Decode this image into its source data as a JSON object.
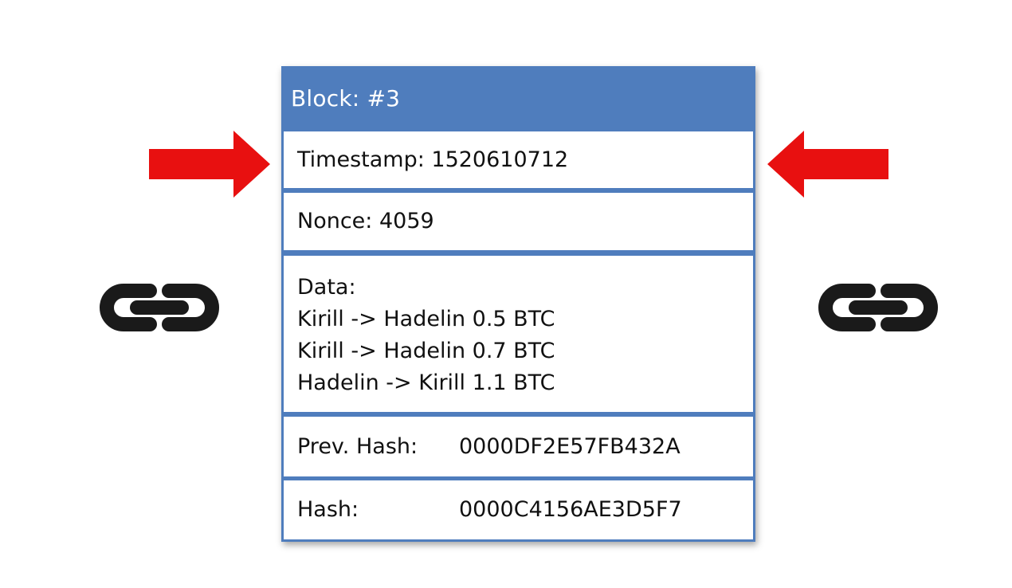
{
  "block": {
    "title": "Block: #3",
    "timestamp": "Timestamp: 1520610712",
    "nonce": "Nonce: 4059",
    "data_label": "Data:",
    "data_lines": [
      "Kirill -> Hadelin 0.5 BTC",
      "Kirill -> Hadelin 0.7 BTC",
      "Hadelin -> Kirill 1.1 BTC"
    ],
    "prev_hash_label": "Prev. Hash:",
    "prev_hash_value": "0000DF2E57FB432A",
    "hash_label": "Hash:",
    "hash_value": "0000C4156AE3D5F7"
  },
  "colors": {
    "block_blue": "#4f7dbd",
    "arrow_red": "#e81010",
    "link_black": "#1a1a1a"
  },
  "icons": {
    "left_arrow": "arrow-right-icon",
    "right_arrow": "arrow-left-icon",
    "left_link": "chain-link-icon",
    "right_link": "chain-link-icon"
  }
}
